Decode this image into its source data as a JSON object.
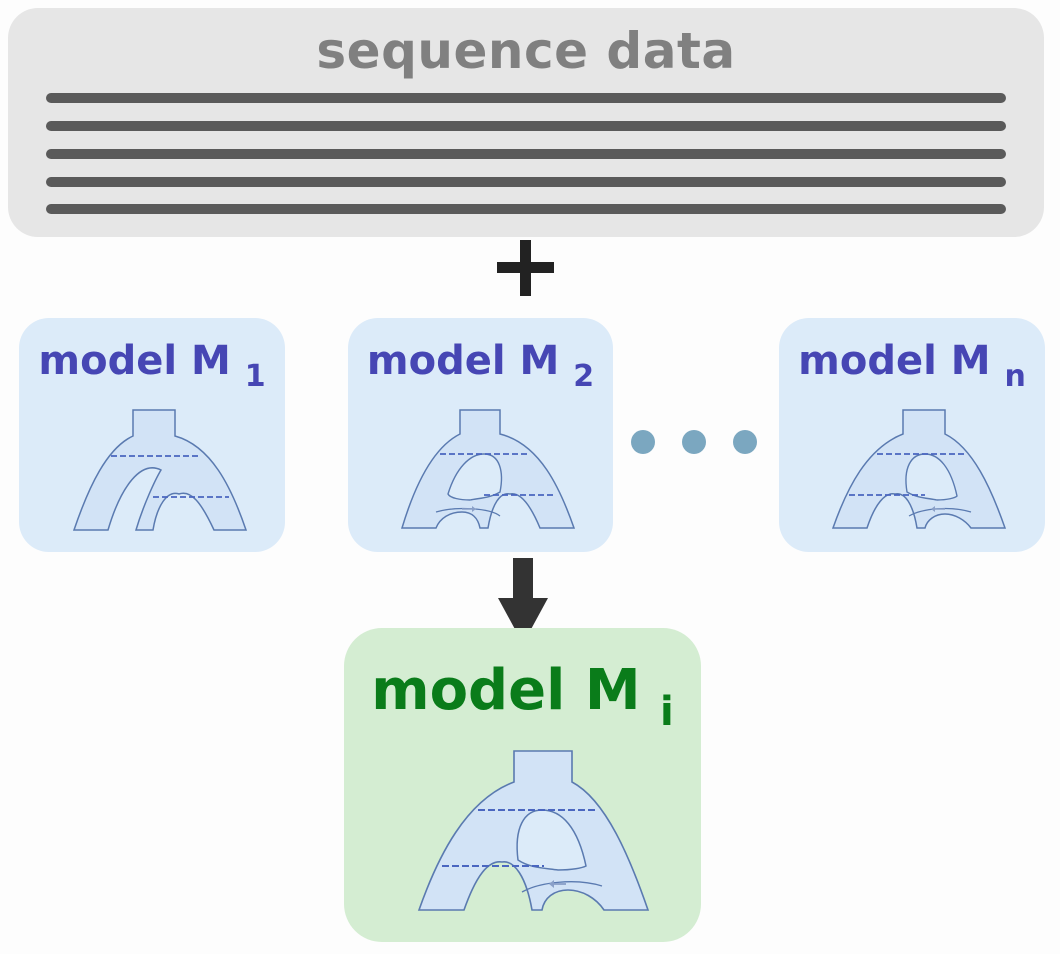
{
  "sequence": {
    "title": "sequence data",
    "line_count": 5
  },
  "models": [
    {
      "name": "model M",
      "subscript": "1",
      "tree": "tree-no-migration"
    },
    {
      "name": "model M",
      "subscript": "2",
      "tree": "tree-migration-right"
    },
    {
      "name": "model M",
      "subscript": "n",
      "tree": "tree-migration-left"
    }
  ],
  "selected_model": {
    "name": "model M",
    "subscript": "i",
    "tree": "tree-migration-left"
  },
  "colors": {
    "sequence_box": "#e6e6e6",
    "sequence_title": "#808080",
    "sequence_lines": "#5a5a5a",
    "model_box": "#dcebf9",
    "model_label": "#4646b4",
    "selected_box": "#d4edd2",
    "selected_label": "#0a7c1a",
    "tree_fill": "#d2e3f6",
    "tree_stroke": "#5a7ab0",
    "dots": "#7ba7c0",
    "symbols": "#222222"
  },
  "icons": {
    "plus": "plus-icon",
    "ellipsis": "ellipsis-dots-icon",
    "arrow": "arrow-down-icon"
  }
}
